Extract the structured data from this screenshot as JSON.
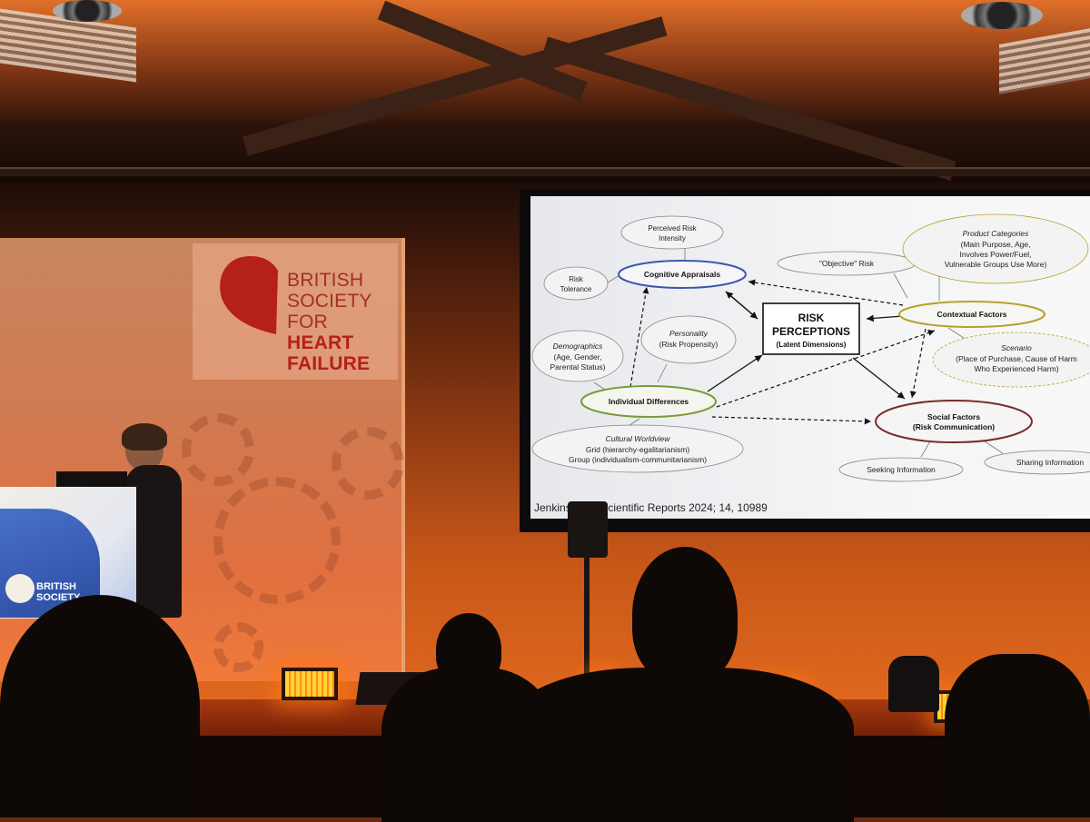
{
  "banner": {
    "org_lines": [
      "BRITISH",
      "SOCIETY",
      "FOR"
    ],
    "org_bold_lines": [
      "HEART",
      "FAILURE"
    ],
    "podium_logo_lines": [
      "BRITISH",
      "SOCIETY"
    ],
    "brand_red": "#b52018"
  },
  "slide": {
    "center_title": "RISK",
    "center_title_2": "PERCEPTIONS",
    "center_subtitle": "(Latent Dimensions)",
    "nodes": {
      "cognitive": "Cognitive Appraisals",
      "contextual": "Contextual Factors",
      "individual": "Individual Differences",
      "social": "Social Factors",
      "social_sub": "(Risk Communication)"
    },
    "ovals": {
      "perceived_1": "Perceived Risk",
      "perceived_2": "Intensity",
      "tolerance_1": "Risk",
      "tolerance_2": "Tolerance",
      "objective": "\"Objective\" Risk",
      "personality_title": "Personality",
      "personality_sub": "(Risk Propensity)",
      "demo_title": "Demographics",
      "demo_1": "(Age, Gender,",
      "demo_2": "Parental Status)",
      "product_title": "Product Categories",
      "product_1": "(Main Purpose, Age,",
      "product_2": "Involves Power/Fuel,",
      "product_3": "Vulnerable Groups Use More)",
      "scenario_title": "Scenario",
      "scenario_1": "(Place of Purchase, Cause of Harm",
      "scenario_2": "Who Experienced Harm)",
      "culture_title": "Cultural Worldview",
      "culture_1": "Grid (hierarchy-egalitarianism)",
      "culture_2": "Group (individualism-communitarianism)",
      "seeking": "Seeking Information",
      "sharing": "Sharing Information"
    },
    "citation": "Jenkins et al. Scientific Reports 2024; 14, 10989",
    "colors": {
      "cognitive_border": "#3a5aa8",
      "contextual_border": "#b8a02a",
      "individual_border": "#7a9a3a",
      "social_border": "#7a2a2a"
    }
  }
}
